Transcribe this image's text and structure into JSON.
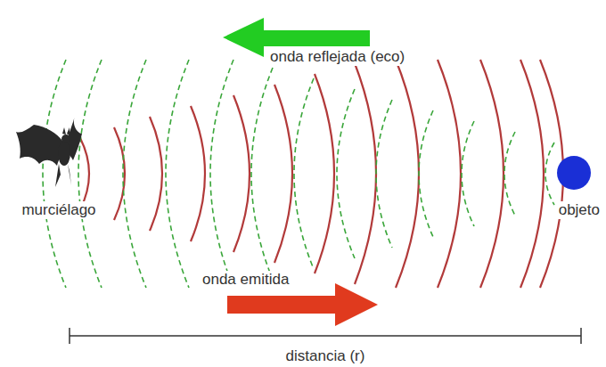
{
  "diagram": {
    "labels": [
      "onda reflejada (eco)",
      "murciélago",
      "objeto",
      "onda emitida",
      "distancia (r)"
    ]
  }
}
